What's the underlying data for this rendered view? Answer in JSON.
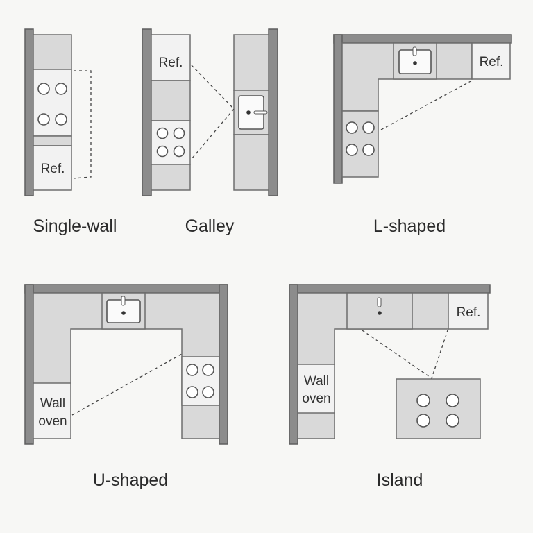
{
  "captions": {
    "single_wall": "Single-wall",
    "galley": "Galley",
    "l_shaped": "L-shaped",
    "u_shaped": "U-shaped",
    "island": "Island"
  },
  "labels": {
    "ref": "Ref.",
    "wall": "Wall",
    "oven": "oven"
  },
  "colors": {
    "background": "#f7f7f5",
    "wall": "#8c8c8c",
    "counter": "#d9d9d9",
    "appliance": "#f2f2f2"
  }
}
